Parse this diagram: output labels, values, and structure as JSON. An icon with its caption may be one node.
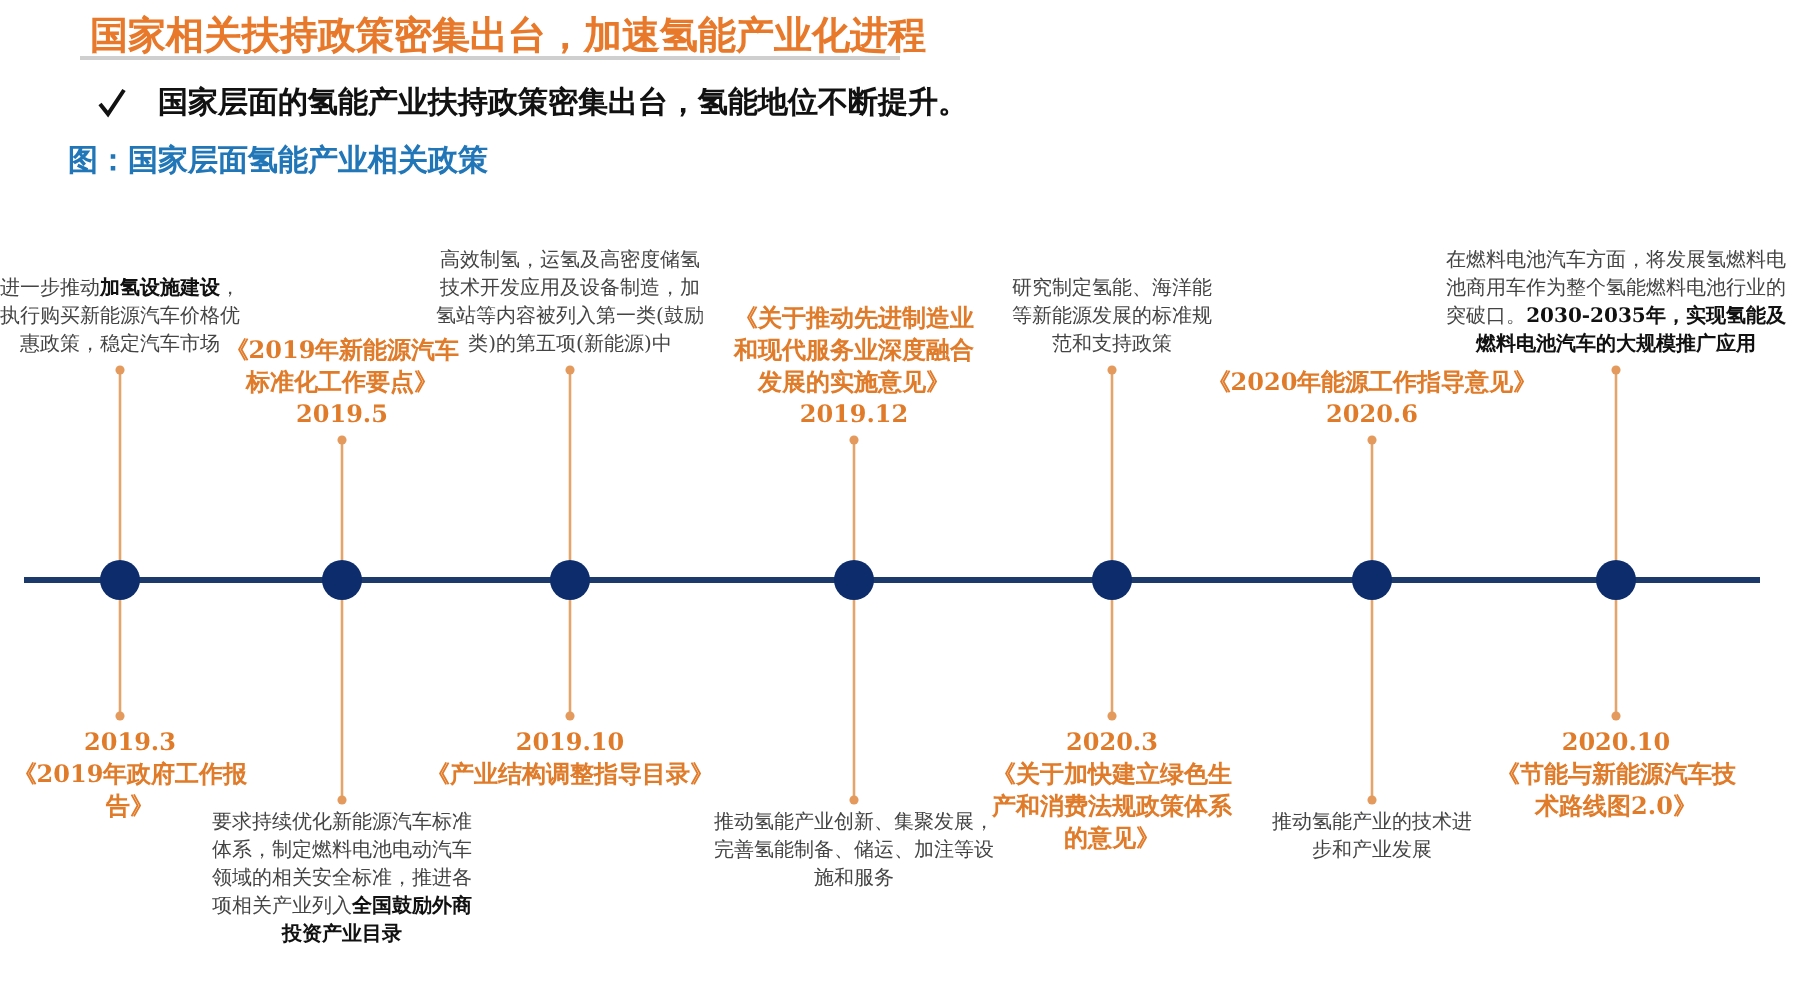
{
  "diagram": {
    "title": "国家相关扶持政策密集出台，加速氢能产业化进程",
    "nodes": [
      {
        "text": [],
        "shape": "circle"
      },
      {
        "text": [
          "2019.3",
          "《2019年政府工作报告》"
        ]
      },
      {
        "text": [
          "进一步推动**加氢设施建设**，执行购买新能源汽车价格优惠政策，稳定汽车市场"
        ]
      },
      {
        "text": [],
        "shape": "circle"
      },
      {
        "text": [
          "《2019年新能源汽车标准化工作要点》",
          "2019.5"
        ]
      },
      {
        "text": [
          "要求持续优化新能源汽车标准体系，制定燃料电池电动汽车领域的相关安全标准，推进各项相关产业列入**全国鼓励外商投资产业目录**"
        ]
      },
      {
        "text": [],
        "shape": "circle"
      },
      {
        "text": [
          "2019.10",
          "《产业结构调整指导目录》"
        ]
      },
      {
        "text": [
          "高效制氢，运氢及高密度储氢技术开发应用及设备制造，加氢站等内容被列入第一类(鼓励类)的第五项(新能源)中"
        ]
      },
      {
        "text": [],
        "shape": "circle"
      },
      {
        "text": [
          "《关于推动先进制造业和现代服务业深度融合发展的实施意见》",
          "2019.12"
        ]
      },
      {
        "text": [
          "推动氢能产业创新、集聚发展，完善氢能制备、储运、加注等设施和服务"
        ]
      },
      {
        "text": [],
        "shape": "circle"
      },
      {
        "text": [
          "2020.3",
          "《关于加快建立绿色生产和消费法规政策体系的意见》"
        ]
      },
      {
        "text": [
          "研究制定氢能、海洋能等新能源发展的标准规范和支持政策"
        ]
      },
      {
        "text": [],
        "shape": "circle"
      },
      {
        "text": [
          "《2020年能源工作指导意见》",
          "2020.6"
        ]
      },
      {
        "text": [
          "推动氢能产业的技术进步和产业发展"
        ]
      },
      {
        "text": [],
        "shape": "circle"
      },
      {
        "text": [
          "2020.10",
          "《节能与新能源汽车技术路线图2.0》"
        ]
      },
      {
        "text": [
          "在燃料电池汽车方面，将发展氢燃料电池商用车作为整个氢能燃料电池行业的突破口。**2030-2035年，实现氢能及燃料电池汽车的大规模推广应用**"
        ]
      }
    ],
    "edges": [
      {
        "from": 0,
        "to": 1,
        "arrow": "other"
      },
      {
        "from": 0,
        "to": 2,
        "arrow": "other"
      },
      {
        "from": 3,
        "to": 4,
        "arrow": "other"
      },
      {
        "from": 3,
        "to": 5,
        "arrow": "other"
      },
      {
        "from": 6,
        "to": 7,
        "arrow": "other"
      },
      {
        "from": 6,
        "to": 8,
        "arrow": "other"
      },
      {
        "from": 9,
        "to": 10,
        "arrow": "other"
      },
      {
        "from": 9,
        "to": 11,
        "arrow": "other"
      },
      {
        "from": 12,
        "to": 13,
        "arrow": "other"
      },
      {
        "from": 12,
        "to": 14,
        "arrow": "other"
      },
      {
        "from": 15,
        "to": 16,
        "arrow": "other"
      },
      {
        "from": 15,
        "to": 17,
        "arrow": "other"
      },
      {
        "from": 18,
        "to": 19,
        "arrow": "other"
      },
      {
        "from": 18,
        "to": 20,
        "arrow": "other"
      }
    ],
    "labels": [
      "国家层面的氢能产业扶持政策密集出台，氢能地位不断提升。",
      "图：国家层面氢能产业相关政策"
    ]
  }
}
